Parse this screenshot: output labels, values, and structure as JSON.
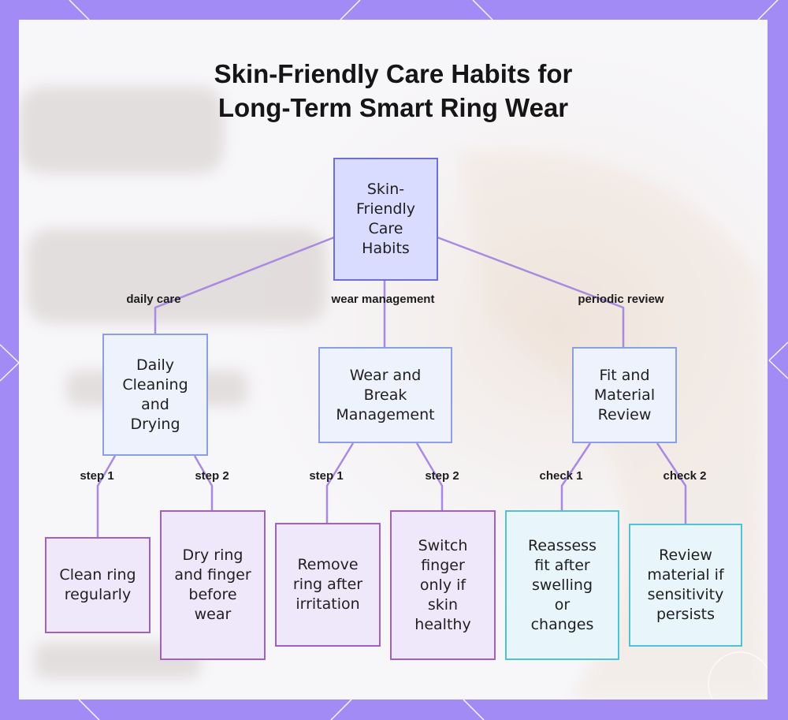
{
  "title": [
    "Skin-Friendly Care Habits for",
    "Long-Term Smart Ring Wear"
  ],
  "root": {
    "lines": [
      "Skin-",
      "Friendly",
      "Care",
      "Habits"
    ]
  },
  "branches": [
    {
      "edge_label": "daily care",
      "node": {
        "lines": [
          "Daily",
          "Cleaning",
          "and",
          "Drying"
        ]
      },
      "children": [
        {
          "edge_label": "step 1",
          "lines": [
            "Clean ring",
            "regularly"
          ]
        },
        {
          "edge_label": "step 2",
          "lines": [
            "Dry ring",
            "and finger",
            "before",
            "wear"
          ]
        }
      ]
    },
    {
      "edge_label": "wear management",
      "node": {
        "lines": [
          "Wear and",
          "Break",
          "Management"
        ]
      },
      "children": [
        {
          "edge_label": "step 1",
          "lines": [
            "Remove",
            "ring after",
            "irritation"
          ]
        },
        {
          "edge_label": "step 2",
          "lines": [
            "Switch",
            "finger",
            "only if",
            "skin",
            "healthy"
          ]
        }
      ]
    },
    {
      "edge_label": "periodic review",
      "node": {
        "lines": [
          "Fit and",
          "Material",
          "Review"
        ]
      },
      "children": [
        {
          "edge_label": "check 1",
          "lines": [
            "Reassess",
            "fit after",
            "swelling",
            "or",
            "changes"
          ]
        },
        {
          "edge_label": "check 2",
          "lines": [
            "Review",
            "material if",
            "sensitivity",
            "persists"
          ]
        }
      ]
    }
  ],
  "colors": {
    "frame": "#a28bf5",
    "connector": "#a98ae0",
    "root_fill": "#d9dcff",
    "mid_fill": "#eef2fd",
    "leaf_purple_fill": "#efe8fb",
    "leaf_cyan_fill": "#e8f5fb"
  }
}
